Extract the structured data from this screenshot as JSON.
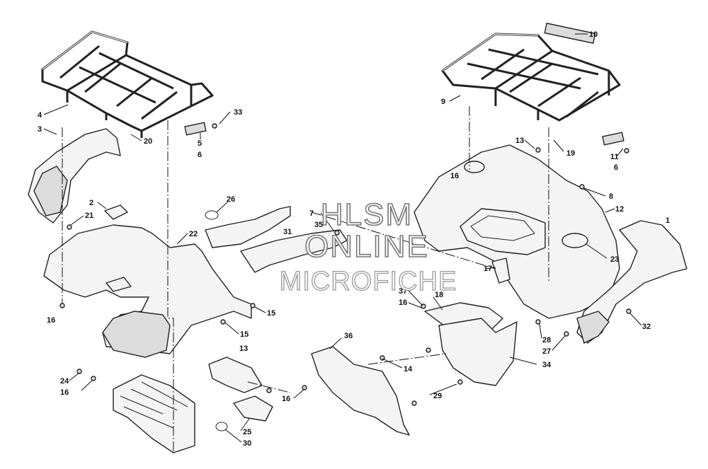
{
  "watermark": {
    "line1": "HLSM",
    "line2": "ONLINE",
    "line3": "MICROFICHE"
  },
  "callouts": [
    "10",
    "9",
    "4",
    "3",
    "33",
    "20",
    "5",
    "6",
    "13",
    "19",
    "11",
    "6",
    "2",
    "21",
    "26",
    "16",
    "16",
    "8",
    "12",
    "1",
    "22",
    "7",
    "35",
    "31",
    "23",
    "17",
    "37",
    "18",
    "16",
    "29",
    "15",
    "15",
    "28",
    "27",
    "32",
    "36",
    "13",
    "14",
    "34",
    "24",
    "16",
    "16",
    "25",
    "30"
  ]
}
